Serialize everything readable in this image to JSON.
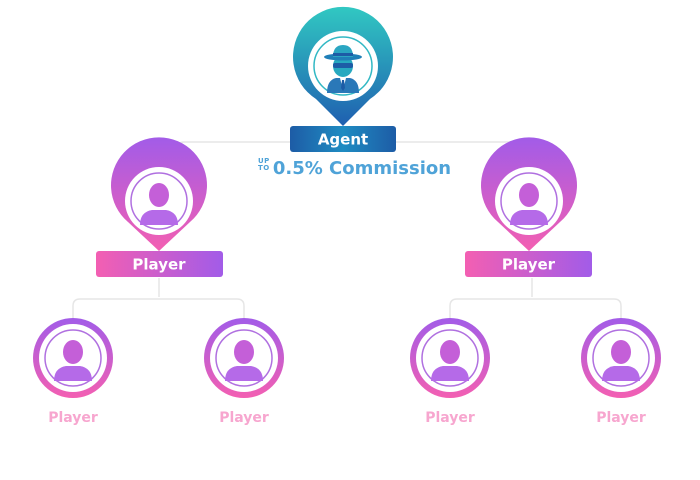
{
  "agent": {
    "label": "Agent",
    "icon": "spy-hat-icon",
    "commission_prefix_line1": "UP",
    "commission_prefix_line2": "TO",
    "commission": "0.5% Commission"
  },
  "tier1": [
    {
      "label": "Player",
      "icon": "person-icon"
    },
    {
      "label": "Player",
      "icon": "person-icon"
    }
  ],
  "tier2": [
    {
      "label": "Player",
      "icon": "person-icon"
    },
    {
      "label": "Player",
      "icon": "person-icon"
    },
    {
      "label": "Player",
      "icon": "person-icon"
    },
    {
      "label": "Player",
      "icon": "person-icon"
    }
  ],
  "colors": {
    "agent_gradient": [
      "#31c8c2",
      "#1f5fb0"
    ],
    "player_gradient": [
      "#a25ce8",
      "#f35fb2"
    ],
    "leaf_text": "#f7a6cf",
    "commission_text": "#4fa3d8",
    "connector": "#e6e6e6"
  }
}
